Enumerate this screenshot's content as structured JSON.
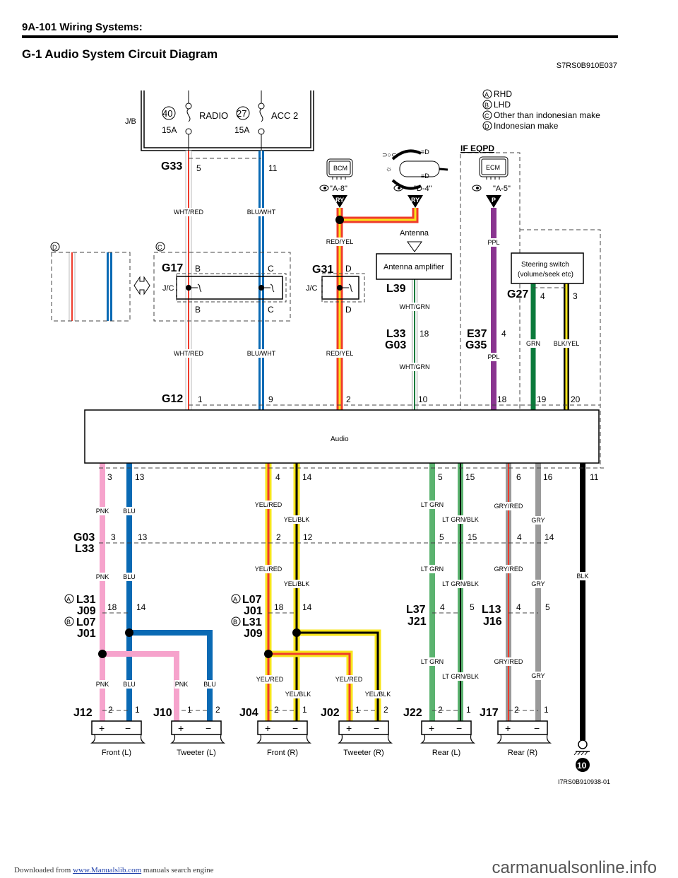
{
  "page": {
    "section": "9A-101   Wiring Systems:",
    "title": "G-1 Audio System Circuit Diagram",
    "doc_code": "S7RS0B910E037",
    "figure_code": "I7RS0B910938-01",
    "footer_left_prefix": "Downloaded from ",
    "footer_link": "www.Manualslib.com",
    "footer_left_suffix": " manuals search engine",
    "footer_right": "carmanualsonline.info"
  },
  "legend": [
    {
      "mark": "A",
      "text": "RHD"
    },
    {
      "mark": "B",
      "text": "LHD"
    },
    {
      "mark": "C",
      "text": "Other than indonesian make"
    },
    {
      "mark": "D",
      "text": "Indonesian make"
    }
  ],
  "junction_block": {
    "label": "J/B",
    "fuses": [
      {
        "number": "40",
        "name": "RADIO",
        "rating": "15A"
      },
      {
        "number": "27",
        "name": "ACC 2",
        "rating": "15A"
      }
    ]
  },
  "modules": {
    "bcm": {
      "label": "BCM",
      "ref": "\"A-8\"",
      "tag": "RY"
    },
    "switch": {
      "ref": "\"D-4\"",
      "tag": "RY"
    },
    "ecm": {
      "label": "ECM",
      "ref": "\"A-5\"",
      "tag": "P",
      "group": "IF EQPD"
    },
    "antenna": {
      "label": "Antenna"
    },
    "antenna_amp": {
      "label": "Antenna amplifier"
    },
    "steering_switch": {
      "line1": "Steering switch",
      "line2": "(volume/seek etc)"
    },
    "audio": {
      "label": "Audio"
    },
    "ground": {
      "number": "10"
    },
    "jc": "J/C"
  },
  "variant_marks": {
    "c": "C",
    "d": "D",
    "a": "A",
    "b": "B"
  },
  "connectors": {
    "G33": {
      "name": "G33",
      "pins": [
        "5",
        "11"
      ]
    },
    "G17": {
      "name": "G17",
      "pins": [
        "B",
        "C",
        "B",
        "C"
      ]
    },
    "G31": {
      "name": "G31",
      "pins": [
        "D",
        "D"
      ]
    },
    "L39": {
      "name": "L39"
    },
    "L33G03_top": {
      "name1": "L33",
      "name2": "G03",
      "pin": "18"
    },
    "E37G35": {
      "name1": "E37",
      "name2": "G35",
      "pin": "4"
    },
    "G27": {
      "name": "G27",
      "pins": [
        "4",
        "3"
      ]
    },
    "G12": {
      "name": "G12",
      "pins": [
        "1",
        "9",
        "2",
        "10",
        "18",
        "19",
        "20"
      ]
    },
    "audio_bottom_pins": [
      "3",
      "13",
      "4",
      "14",
      "5",
      "15",
      "6",
      "16",
      "11"
    ],
    "G03L33": {
      "name1": "G03",
      "name2": "L33",
      "pins": [
        "3",
        "13",
        "2",
        "12",
        "5",
        "15",
        "4",
        "14"
      ]
    },
    "left_mid": {
      "a1": "L31",
      "a2": "J09",
      "b1": "L07",
      "b2": "J01",
      "pins": [
        "18",
        "14"
      ]
    },
    "right_mid": {
      "a1": "L07",
      "a2": "J01",
      "b1": "L31",
      "b2": "J09",
      "pins": [
        "18",
        "14"
      ]
    },
    "L37J21": {
      "name1": "L37",
      "name2": "J21",
      "pins": [
        "4",
        "5"
      ]
    },
    "L13J16": {
      "name1": "L13",
      "name2": "J16",
      "pins": [
        "4",
        "5"
      ]
    }
  },
  "wire_colors": {
    "WHT_RED": "WHT/RED",
    "BLU_WHT": "BLU/WHT",
    "RED_YEL": "RED/YEL",
    "WHT_GRN": "WHT/GRN",
    "PPL": "PPL",
    "GRN": "GRN",
    "BLK_YEL": "BLK/YEL",
    "PNK": "PNK",
    "BLU": "BLU",
    "YEL_RED": "YEL/RED",
    "YEL_BLK": "YEL/BLK",
    "LT_GRN": "LT GRN",
    "LT_GRN_BLK": "LT GRN/BLK",
    "GRY_RED": "GRY/RED",
    "GRY": "GRY",
    "BLK": "BLK"
  },
  "speakers": [
    {
      "connector": "J12",
      "pins": [
        "2",
        "1"
      ],
      "name": "Front (L)",
      "plus": "+",
      "minus": "−"
    },
    {
      "connector": "J10",
      "pins": [
        "1",
        "2"
      ],
      "name": "Tweeter (L)",
      "plus": "+",
      "minus": "−"
    },
    {
      "connector": "J04",
      "pins": [
        "2",
        "1"
      ],
      "name": "Front (R)",
      "plus": "+",
      "minus": "−"
    },
    {
      "connector": "J02",
      "pins": [
        "1",
        "2"
      ],
      "name": "Tweeter (R)",
      "plus": "+",
      "minus": "−"
    },
    {
      "connector": "J22",
      "pins": [
        "2",
        "1"
      ],
      "name": "Rear (L)",
      "plus": "+",
      "minus": "−"
    },
    {
      "connector": "J17",
      "pins": [
        "2",
        "1"
      ],
      "name": "Rear (R)",
      "plus": "+",
      "minus": "−"
    }
  ],
  "palette": {
    "red": "#ef3b2c",
    "blue": "#0a6ab4",
    "yellow": "#f7e51b",
    "purple": "#8a3590",
    "green": "#0b7a3b",
    "ltgreen": "#5bb36f",
    "pink": "#f6a3cc",
    "gray": "#9a9a9a",
    "black": "#000000"
  }
}
